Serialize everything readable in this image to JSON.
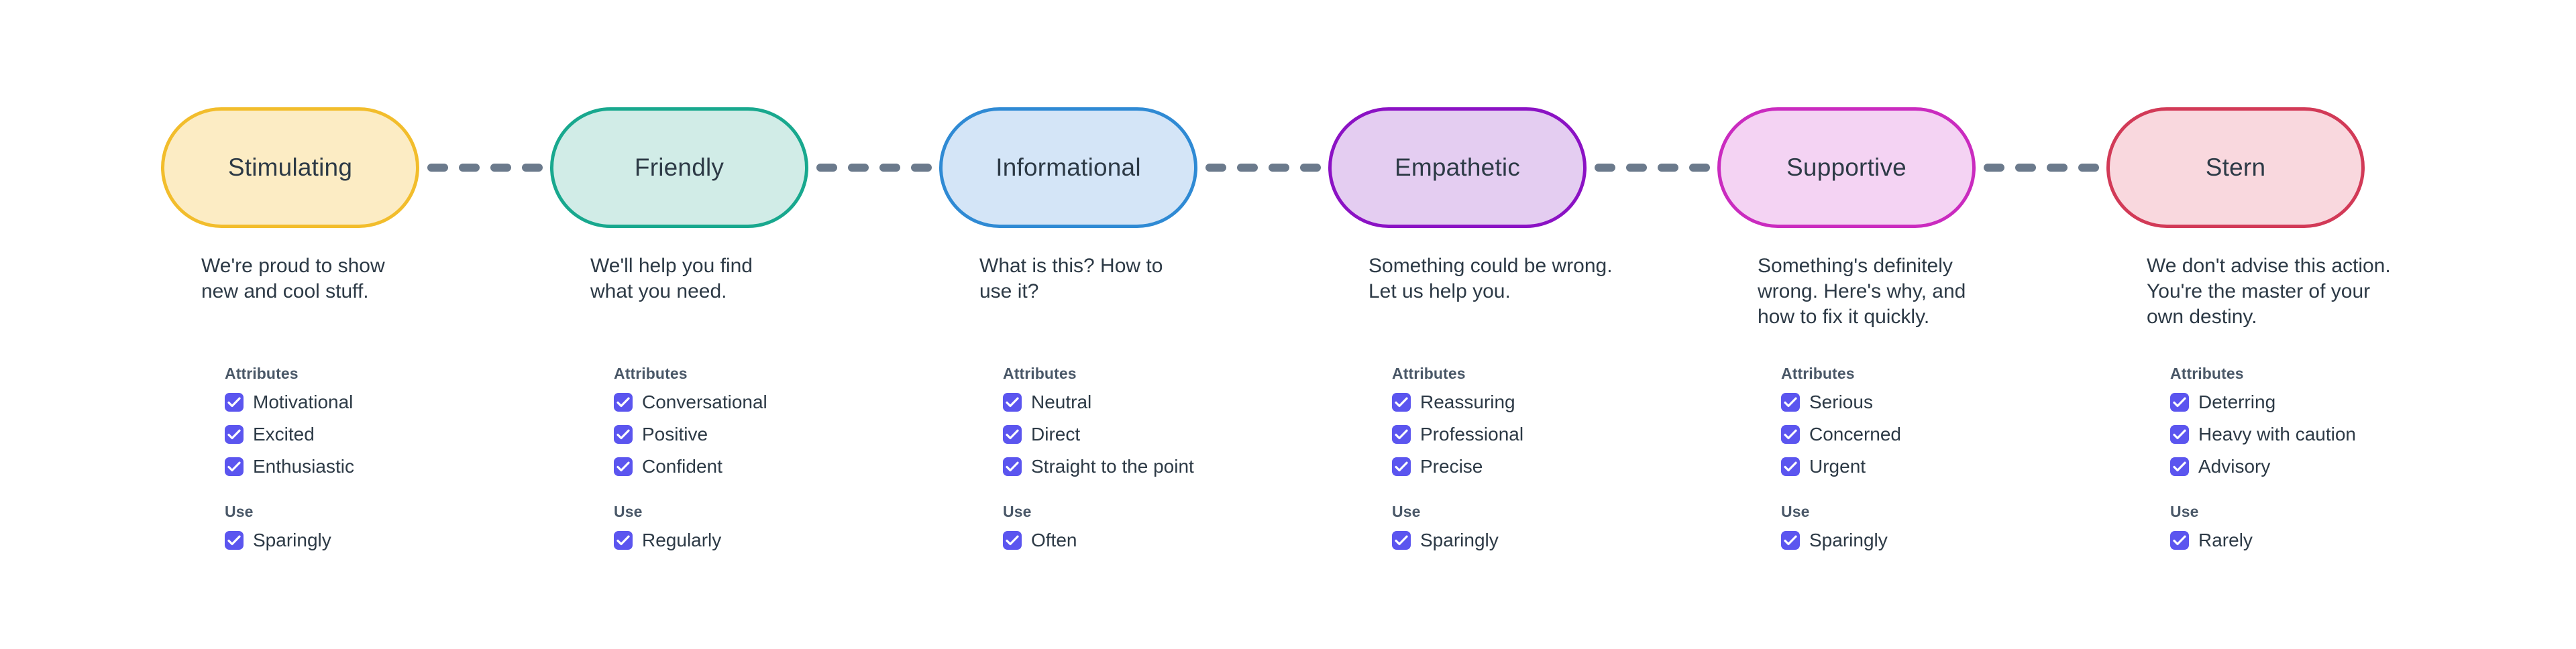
{
  "diagram": {
    "connector_dash_count": 4,
    "connector_color": "#6b7a8c",
    "checkbox_color": "#5b55ef",
    "text_color": "#2d3a46",
    "label_color": "#4a5868",
    "group_labels": {
      "attributes": "Attributes",
      "use": "Use"
    },
    "tones": [
      {
        "name": "Stimulating",
        "fill": "#fcecc4",
        "stroke": "#f2bd2c",
        "description": "We're proud to show\nnew and cool stuff.",
        "attributes": [
          "Motivational",
          "Excited",
          "Enthusiastic"
        ],
        "use": [
          "Sparingly"
        ]
      },
      {
        "name": "Friendly",
        "fill": "#d1ece7",
        "stroke": "#18a88e",
        "description": "We'll help you find\nwhat you need.",
        "attributes": [
          "Conversational",
          "Positive",
          "Confident"
        ],
        "use": [
          "Regularly"
        ]
      },
      {
        "name": "Informational",
        "fill": "#d4e5f7",
        "stroke": "#2f8ad4",
        "description": "What is this? How to\nuse it?",
        "attributes": [
          "Neutral",
          "Direct",
          "Straight to the point"
        ],
        "use": [
          "Often"
        ]
      },
      {
        "name": "Empathetic",
        "fill": "#e4cdf1",
        "stroke": "#8b12c4",
        "description": "Something could be wrong.\nLet us help you.",
        "attributes": [
          "Reassuring",
          "Professional",
          "Precise"
        ],
        "use": [
          "Sparingly"
        ]
      },
      {
        "name": "Supportive",
        "fill": "#f4d3f3",
        "stroke": "#ca2bbf",
        "description": "Something's definitely\nwrong. Here's why, and\nhow to fix it quickly.",
        "attributes": [
          "Serious",
          "Concerned",
          "Urgent"
        ],
        "use": [
          "Sparingly"
        ]
      },
      {
        "name": "Stern",
        "fill": "#f9d8de",
        "stroke": "#d23a57",
        "description": "We don't advise this action.\nYou're the master of your\nown destiny.",
        "attributes": [
          "Deterring",
          "Heavy with caution",
          "Advisory"
        ],
        "use": [
          "Rarely"
        ]
      }
    ]
  }
}
